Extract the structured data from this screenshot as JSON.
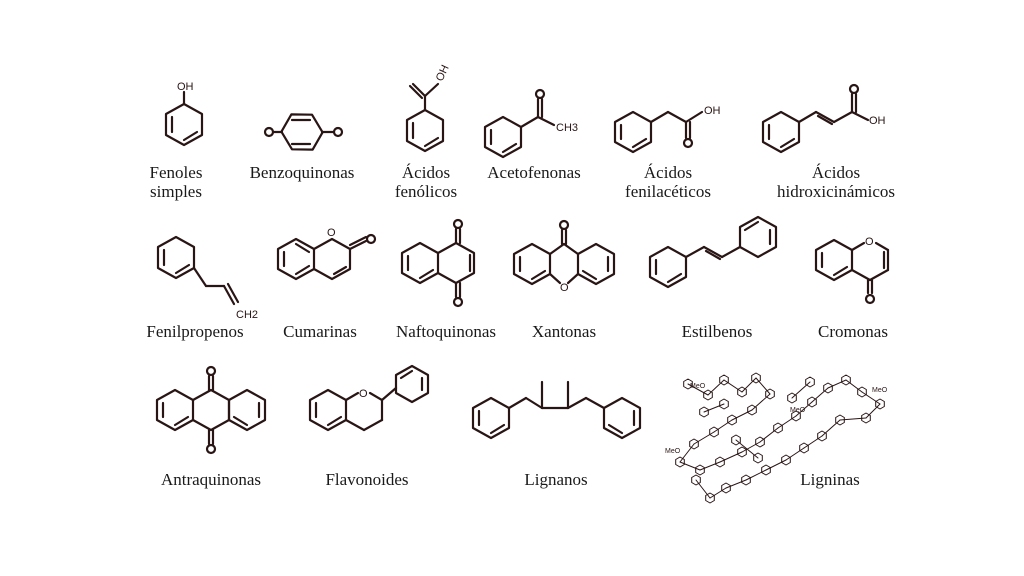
{
  "compounds": [
    {
      "id": "fenoles-simples",
      "name": [
        "Fenoles",
        "simples"
      ],
      "groups": {
        "oh": "OH"
      }
    },
    {
      "id": "benzoquinonas",
      "name": [
        "Benzoquinonas"
      ],
      "groups": {}
    },
    {
      "id": "acidos-fenolicos",
      "name": [
        "Ácidos",
        "fenólicos"
      ],
      "groups": {
        "oh": "OH"
      }
    },
    {
      "id": "acetofenonas",
      "name": [
        "Acetofenonas"
      ],
      "groups": {
        "ch3": "CH3"
      }
    },
    {
      "id": "acidos-fenilaceticos",
      "name": [
        "Ácidos",
        "fenilacéticos"
      ],
      "groups": {
        "oh": "OH"
      }
    },
    {
      "id": "acidos-hidroxicinamicos",
      "name": [
        "Ácidos",
        "hidroxicinámicos"
      ],
      "groups": {
        "oh": "OH"
      }
    },
    {
      "id": "fenilpropenos",
      "name": [
        "Fenilpropenos"
      ],
      "groups": {
        "ch2": "CH2"
      }
    },
    {
      "id": "cumarinas",
      "name": [
        "Cumarinas"
      ],
      "groups": {}
    },
    {
      "id": "naftoquinonas",
      "name": [
        "Naftoquinonas"
      ],
      "groups": {}
    },
    {
      "id": "xantonas",
      "name": [
        "Xantonas"
      ],
      "groups": {}
    },
    {
      "id": "estilbenos",
      "name": [
        "Estilbenos"
      ],
      "groups": {}
    },
    {
      "id": "cromonas",
      "name": [
        "Cromonas"
      ],
      "groups": {}
    },
    {
      "id": "antraquinonas",
      "name": [
        "Antraquinonas"
      ],
      "groups": {}
    },
    {
      "id": "flavonoides",
      "name": [
        "Flavonoides"
      ],
      "groups": {}
    },
    {
      "id": "lignanos",
      "name": [
        "Lignanos"
      ],
      "groups": {}
    },
    {
      "id": "ligninas",
      "name": [
        "Ligninas"
      ],
      "groups": {}
    }
  ],
  "atom_labels": {
    "oxygen": "O",
    "methoxy": "MeO"
  }
}
